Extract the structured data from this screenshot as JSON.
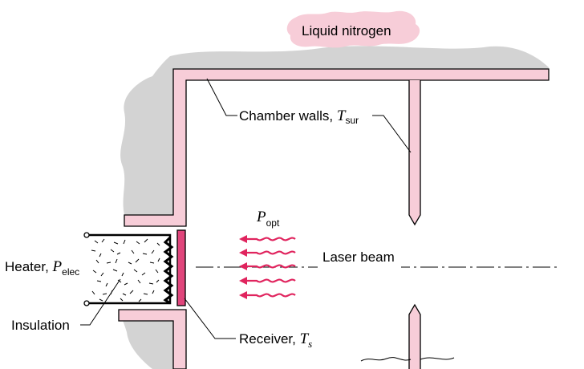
{
  "labels": {
    "liquid_nitrogen": "Liquid nitrogen",
    "chamber_walls": "Chamber walls, ",
    "chamber_walls_symbol": "T",
    "chamber_walls_subscript": "sur",
    "heater": "Heater, ",
    "heater_symbol": "P",
    "heater_subscript": "elec",
    "insulation": "Insulation",
    "receiver": "Receiver, ",
    "receiver_symbol": "T",
    "receiver_subscript": "s",
    "optical_power_symbol": "P",
    "optical_power_subscript": "opt",
    "laser_beam": "Laser beam"
  },
  "colors": {
    "wall_fill": "#f7cdd8",
    "nitrogen_fill": "#d3d3d3",
    "cloud_fill": "#f7cdd8",
    "receiver_fill": "#e0457b",
    "wave_stroke": "#e0245e",
    "line": "#000000"
  },
  "icons": {
    "radiation_arrows": "wavy-arrow-icon"
  }
}
